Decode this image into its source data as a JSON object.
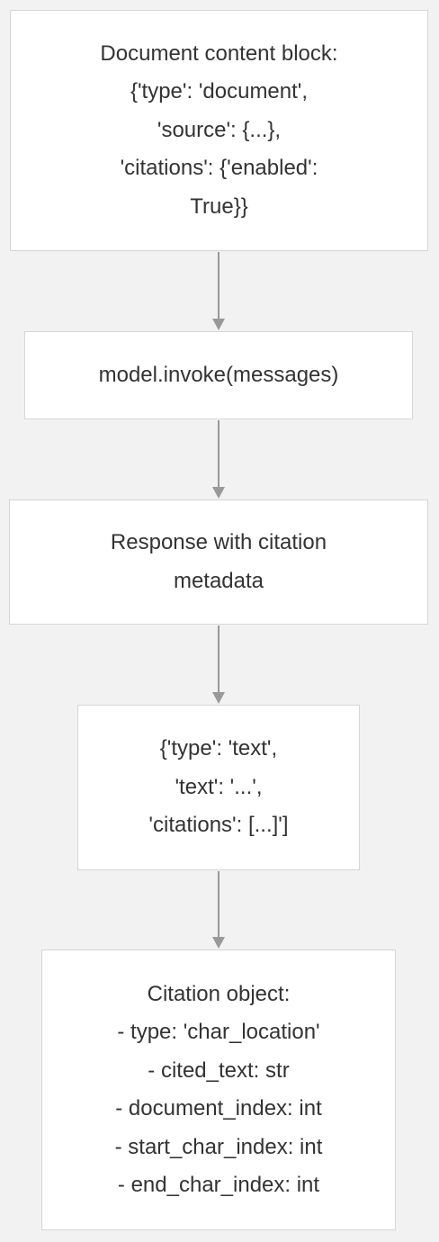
{
  "nodes": [
    {
      "id": "n1",
      "lines": [
        "Document content block:",
        "{'type': 'document',",
        "'source': {...},",
        "'citations': {'enabled':",
        "True}}"
      ]
    },
    {
      "id": "n2",
      "lines": [
        "model.invoke(messages)"
      ]
    },
    {
      "id": "n3",
      "lines": [
        "Response with citation",
        "metadata"
      ]
    },
    {
      "id": "n4",
      "lines": [
        "{'type': 'text',",
        "'text': '...',",
        "'citations': [...]']"
      ]
    },
    {
      "id": "n5",
      "lines": [
        "Citation object:",
        "- type: 'char_location'",
        "- cited_text: str",
        "- document_index: int",
        "- start_char_index: int",
        "- end_char_index: int"
      ]
    }
  ],
  "edges": [
    {
      "from": "n1",
      "to": "n2"
    },
    {
      "from": "n2",
      "to": "n3"
    },
    {
      "from": "n3",
      "to": "n4"
    },
    {
      "from": "n4",
      "to": "n5"
    }
  ],
  "colors": {
    "background": "#f2f2f2",
    "node_fill": "#ffffff",
    "node_border": "#d6d6d6",
    "edge": "#999999",
    "text": "#333333"
  }
}
